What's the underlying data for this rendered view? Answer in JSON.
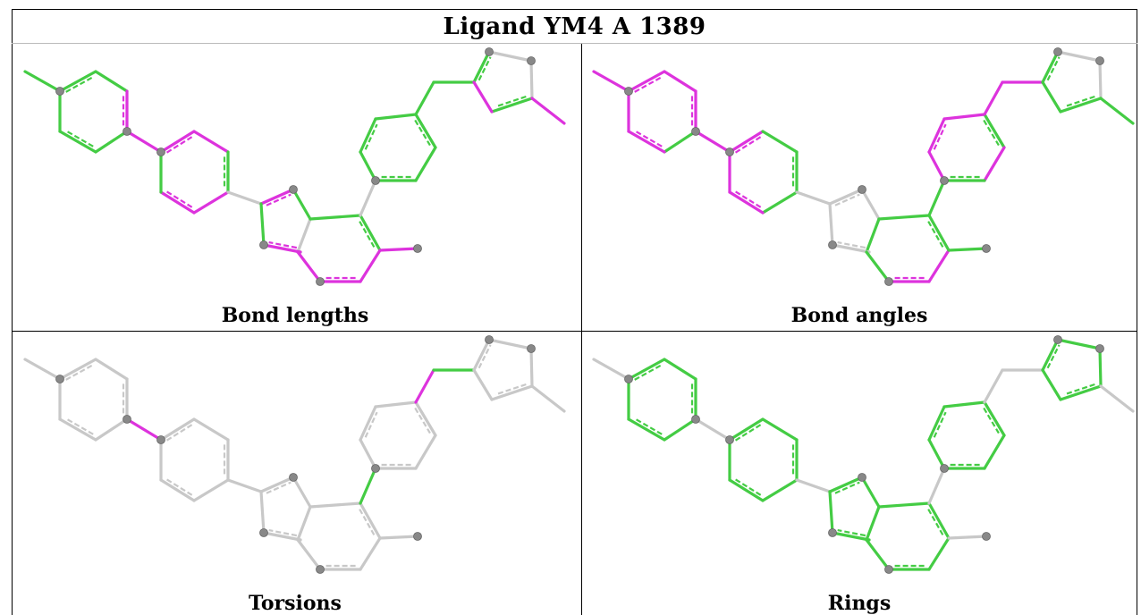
{
  "title": "Ligand YM4 A 1389",
  "panels": [
    {
      "caption": "Bond lengths"
    },
    {
      "caption": "Bond angles"
    },
    {
      "caption": "Torsions"
    },
    {
      "caption": "Rings"
    }
  ],
  "colors": {
    "green": "#44cc44",
    "magenta": "#dd33dd",
    "grey": "#c8c8c8",
    "atom": "#888888",
    "border": "#000000"
  }
}
